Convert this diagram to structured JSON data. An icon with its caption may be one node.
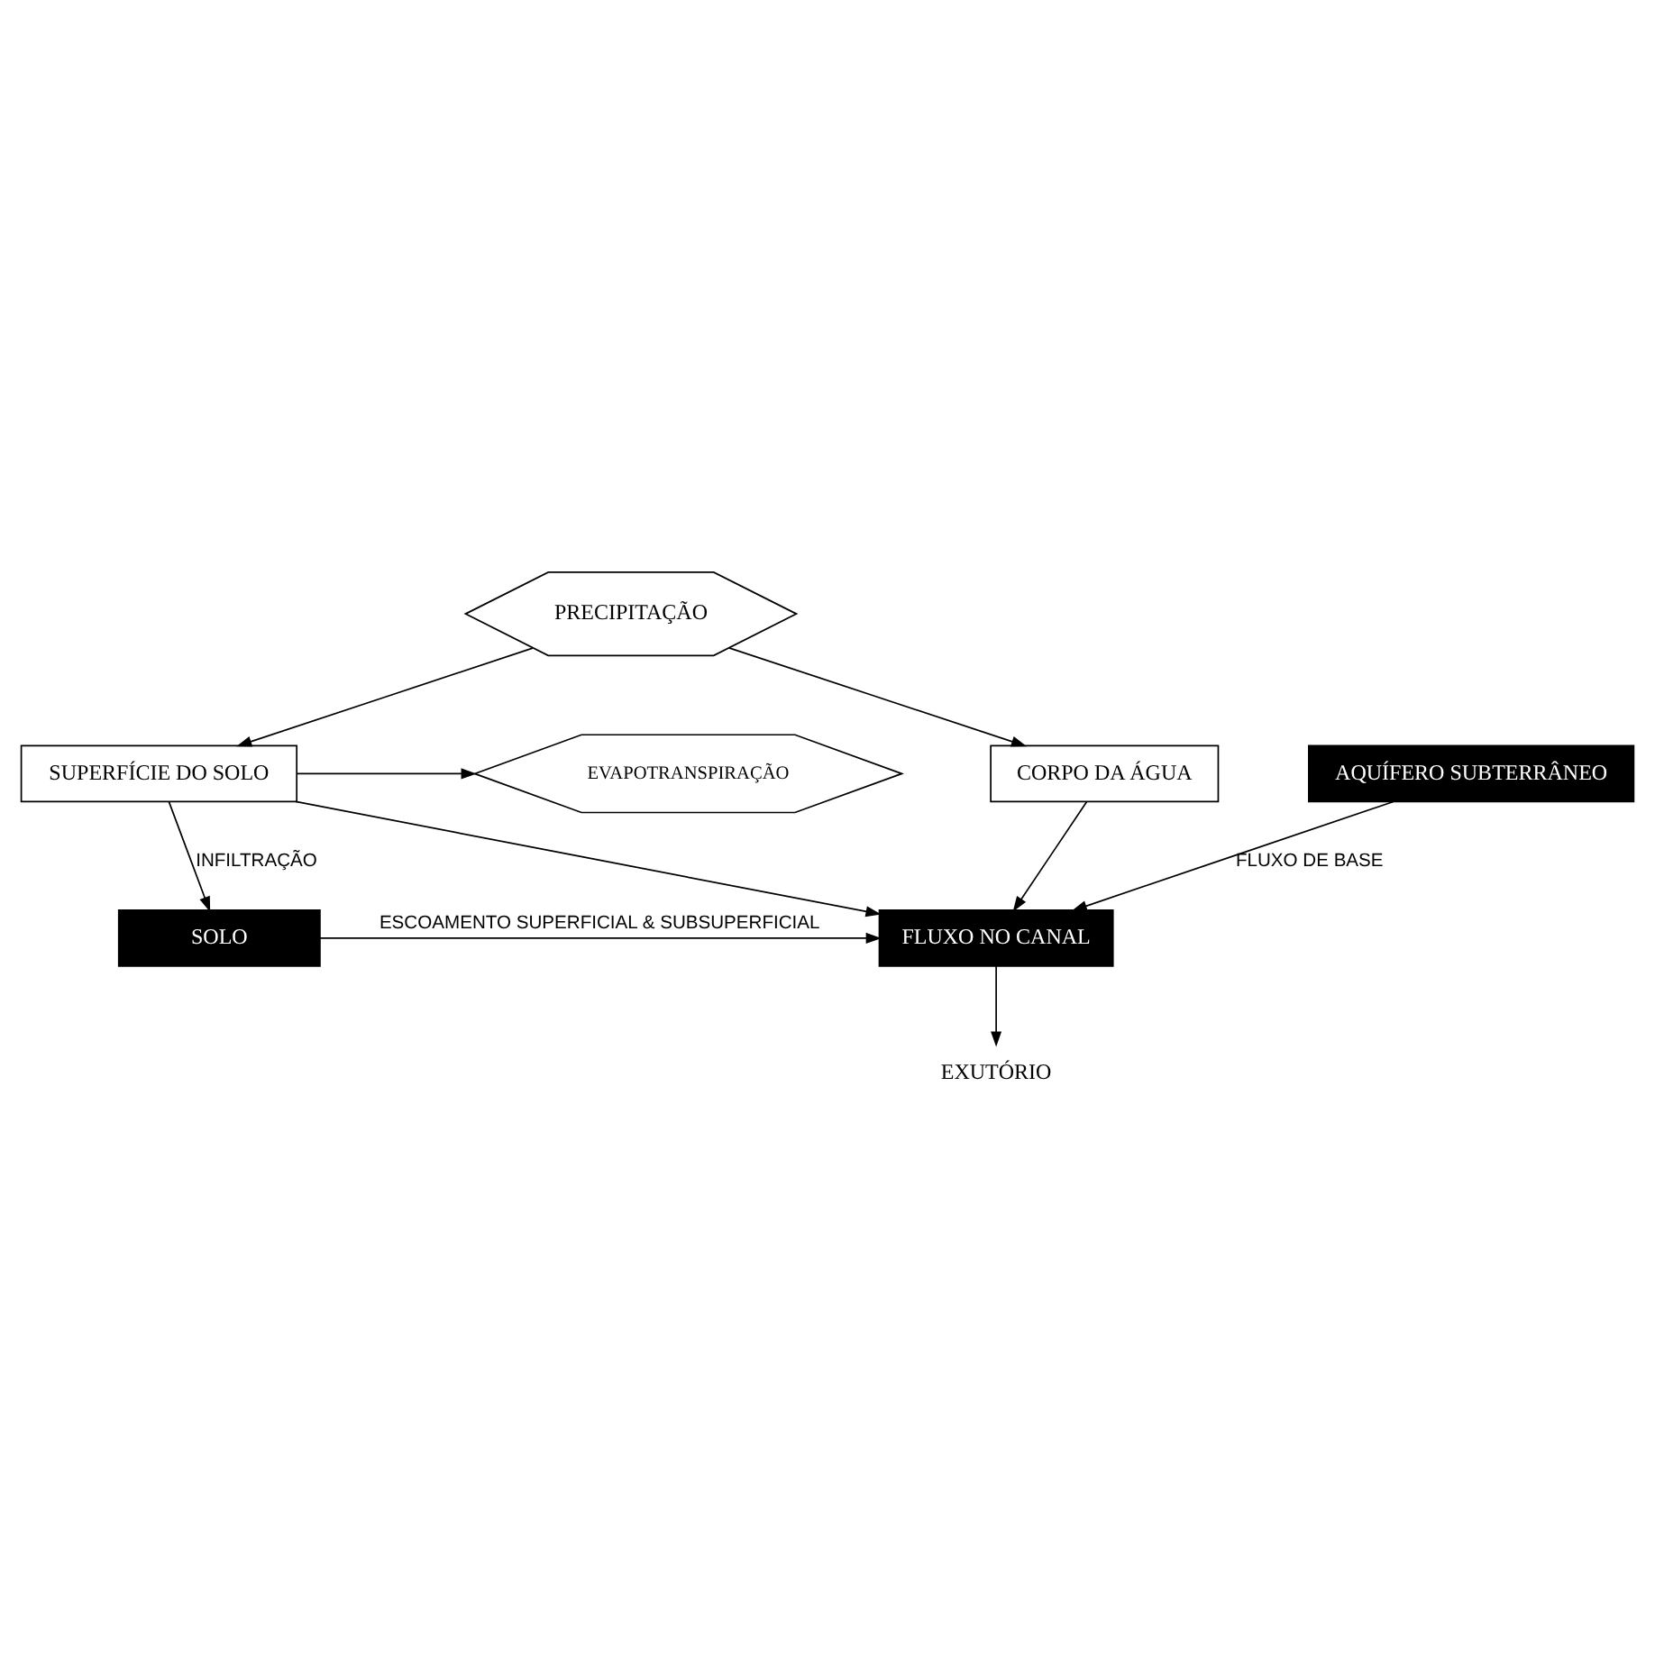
{
  "diagram": {
    "nodes": [
      {
        "text": [
          "PRECIPITAÇÃO"
        ]
      },
      {
        "text": [
          "EVAPOTRANSPIRAÇÃO"
        ]
      },
      {
        "text": [
          "SUPERFÍCIE DO SOLO"
        ]
      },
      {
        "text": [
          "CORPO DA ÁGUA"
        ]
      },
      {
        "text": [
          "SOLO"
        ]
      },
      {
        "text": [
          "FLUXO NO CANAL"
        ]
      },
      {
        "text": [
          "AQUÍFERO SUBTERRÂNEO"
        ]
      },
      {
        "text": [
          "EXUTÓRIO"
        ]
      }
    ],
    "edges": [
      {
        "from": 0,
        "to": 2,
        "arrow": "to"
      },
      {
        "from": 0,
        "to": 3,
        "arrow": "to"
      },
      {
        "from": 2,
        "to": 1,
        "arrow": "to"
      },
      {
        "from": 2,
        "to": 4,
        "arrow": "to",
        "label": "INFILTRAÇÃO"
      },
      {
        "from": 3,
        "to": 5,
        "arrow": "to"
      },
      {
        "from": 2,
        "to": 5,
        "arrow": "to"
      },
      {
        "from": 4,
        "to": 5,
        "arrow": "to",
        "label": "ESCOAMENTO SUPERFICIAL & SUBSUPERFICIAL"
      },
      {
        "from": 6,
        "to": 5,
        "arrow": "to",
        "label": "FLUXO DE BASE"
      },
      {
        "from": 5,
        "to": 7,
        "arrow": "to"
      }
    ]
  }
}
